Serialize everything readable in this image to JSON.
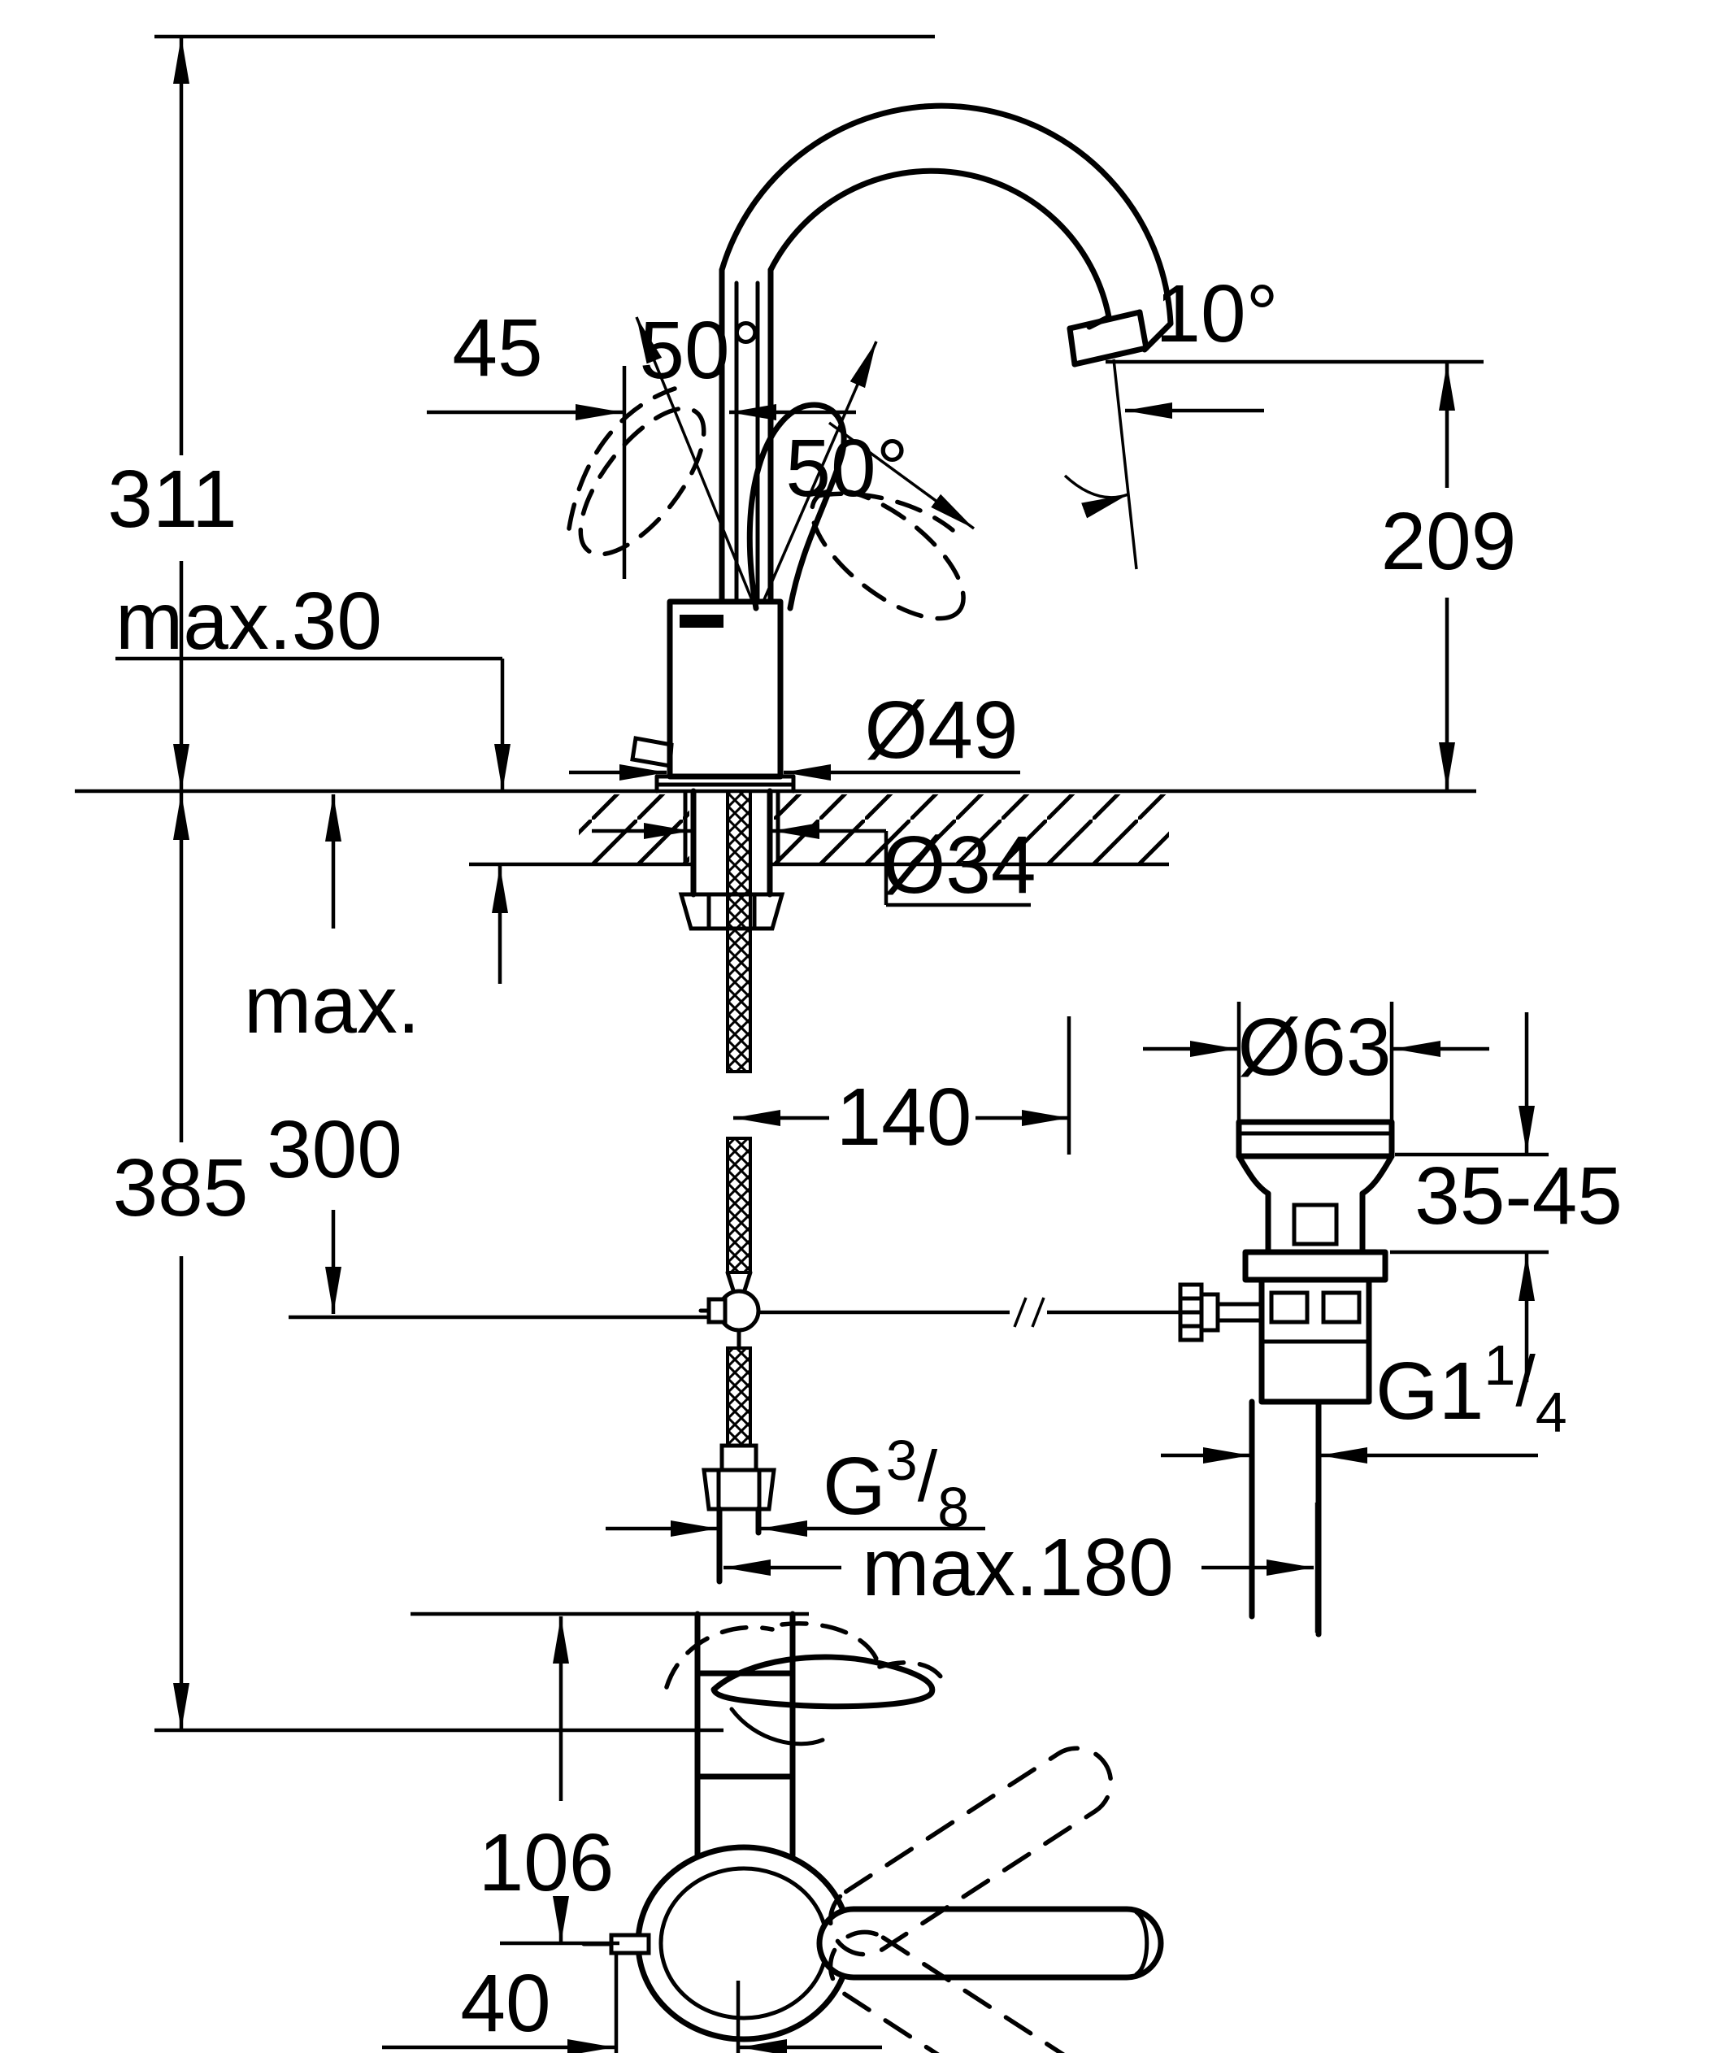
{
  "page": {
    "background": "#ffffff",
    "ink": "#000000",
    "kind": "installation dimension drawing"
  },
  "views": {
    "front": {
      "labels": {
        "height_total": "311",
        "spout_offset": "45",
        "handle_swivel_left": "50°",
        "handle_swivel_right": "50°",
        "outlet_angle": "10°",
        "outlet_height": "209",
        "deck_thickness": "max.30",
        "body_diameter": "Ø49",
        "hole_diameter": "Ø34",
        "hose_length_prefix": "max.",
        "hose_length_value": "300",
        "total_depth": "385",
        "rod_reach": "140",
        "reach_max": "max.180",
        "supply_thread": {
          "base": "G",
          "sup": "3",
          "slash": "/",
          "sub": "8"
        }
      }
    },
    "drain": {
      "labels": {
        "flange_diameter": "Ø63",
        "clamp_range": "35-45",
        "waste_thread": {
          "base": "G1",
          "sup": "1",
          "slash": "/",
          "sub": "4"
        }
      }
    },
    "top": {
      "labels": {
        "handle_height": "106",
        "handle_offset": "40"
      }
    }
  }
}
